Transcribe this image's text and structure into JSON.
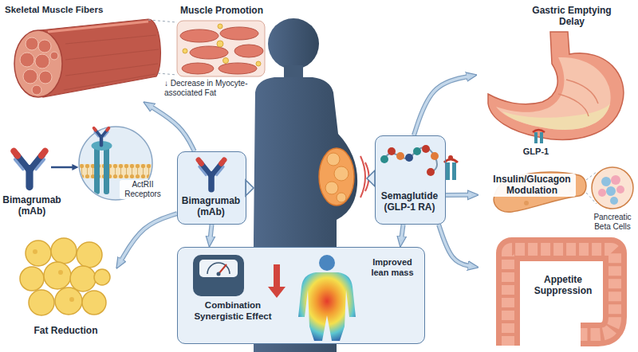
{
  "diagram": {
    "nodes": [
      {
        "text": [
          "Skeletal Muscle Fibers"
        ]
      },
      {
        "text": [
          "Gastric Emptying Delay"
        ]
      },
      {
        "text": [
          "Bimagrumab (mAb)"
        ]
      },
      {
        "text": [
          "Semaglutide (GLP-1 RA)"
        ]
      },
      {
        "text": [
          "Insulin/Glucagon Modulation"
        ]
      },
      {
        "text": [
          "Fat Reduction"
        ]
      },
      {
        "text": [
          "Combination Synergistic Effect",
          "Improved lean mass"
        ]
      },
      {
        "text": [
          "Appetite Suppression"
        ]
      }
    ],
    "edges": [
      {
        "from": 2,
        "to": 0,
        "arrow": "to"
      },
      {
        "from": 2,
        "to": 5,
        "arrow": "to"
      },
      {
        "from": 2,
        "to": 6,
        "arrow": "to"
      },
      {
        "from": 3,
        "to": 1,
        "arrow": "to"
      },
      {
        "from": 3,
        "to": 4,
        "arrow": "to"
      },
      {
        "from": 3,
        "to": 7,
        "arrow": "to"
      },
      {
        "from": 3,
        "to": 6,
        "arrow": "to"
      }
    ],
    "labels": [
      "Muscle Promotion",
      "↓ Decrease in Myocyte-associated Fat",
      "Bimagrumab (mAb)",
      "ActRII Receptors",
      "GLP-1",
      "Pancreatic Beta Cells"
    ]
  }
}
